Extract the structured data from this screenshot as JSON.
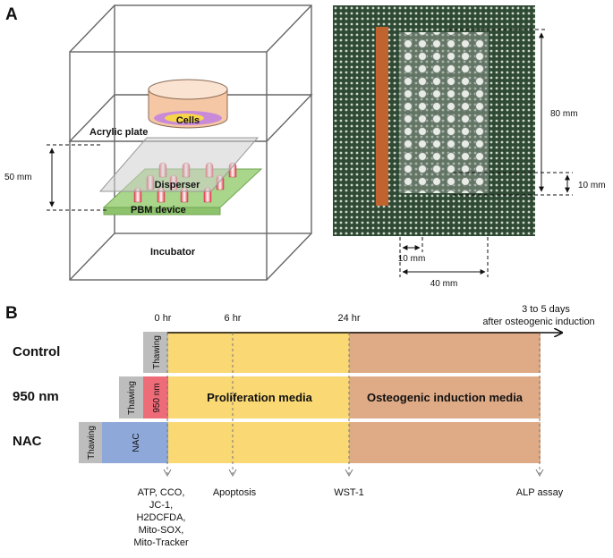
{
  "panel_a": {
    "letter": "A",
    "labels": {
      "cells": "Cells",
      "acrylic_plate": "Acrylic plate",
      "disperser": "Disperser",
      "pbm_device": "PBM device",
      "incubator": "Incubator",
      "height_50": "50 mm"
    },
    "photo_dims": {
      "d80": "80 mm",
      "d10_right": "10 mm",
      "d10_bottom": "10 mm",
      "d40": "40 mm"
    }
  },
  "panel_b": {
    "letter": "B",
    "timepoints": [
      "0 hr",
      "6 hr",
      "24 hr"
    ],
    "end_label": [
      "3 to 5 days",
      "after osteogenic induction"
    ],
    "rows": [
      "Control",
      "950 nm",
      "NAC"
    ],
    "pre_steps": {
      "thawing": "Thawing",
      "irradiation": "950 nm",
      "nac": "NAC"
    },
    "media": {
      "proliferation": "Proliferation media",
      "osteogenic": "Osteogenic induction media"
    },
    "assays": {
      "t0": [
        "ATP, CCO,",
        "JC-1,",
        "H2DCFDA,",
        "Mito-SOX,",
        "Mito-Tracker"
      ],
      "t6": "Apoptosis",
      "t24": "WST-1",
      "end": "ALP assay"
    },
    "colors": {
      "proliferation": "#fad873",
      "osteogenic": "#dfaa86",
      "thawing": "#bdbdbd",
      "irradiation": "#ee6b78",
      "nac": "#8ea8d9"
    }
  }
}
